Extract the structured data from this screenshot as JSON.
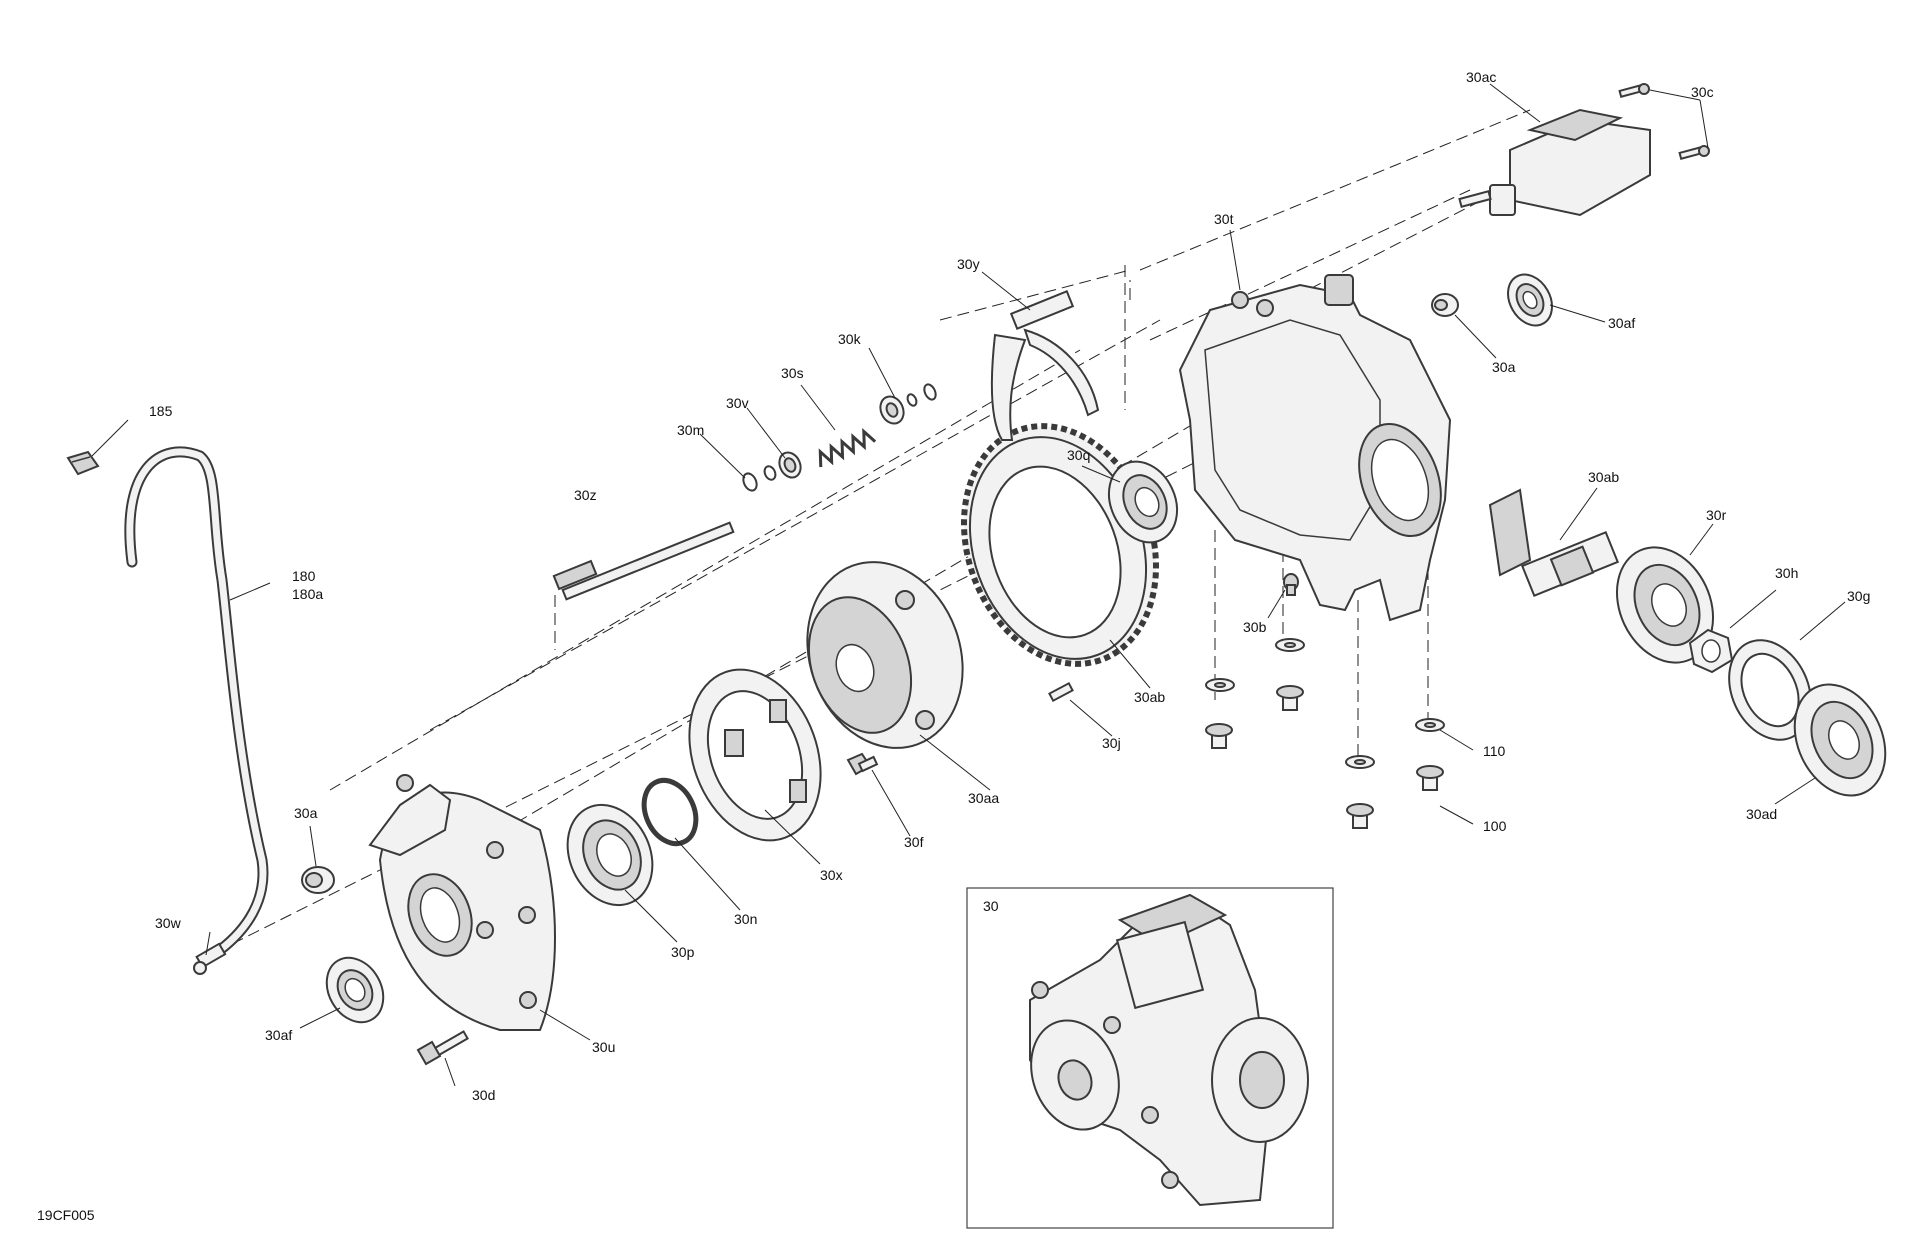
{
  "document_id": "19CF005",
  "inset": {
    "label": "30"
  },
  "callouts": [
    {
      "id": "185",
      "text": "185"
    },
    {
      "id": "180",
      "text": "180"
    },
    {
      "id": "180a",
      "text": "180a"
    },
    {
      "id": "30w",
      "text": "30w"
    },
    {
      "id": "30a-left",
      "text": "30a"
    },
    {
      "id": "30af-left",
      "text": "30af"
    },
    {
      "id": "30d",
      "text": "30d"
    },
    {
      "id": "30u",
      "text": "30u"
    },
    {
      "id": "30p",
      "text": "30p"
    },
    {
      "id": "30n",
      "text": "30n"
    },
    {
      "id": "30x",
      "text": "30x"
    },
    {
      "id": "30f",
      "text": "30f"
    },
    {
      "id": "30aa",
      "text": "30aa"
    },
    {
      "id": "30j",
      "text": "30j"
    },
    {
      "id": "30ab-ring",
      "text": "30ab"
    },
    {
      "id": "30z",
      "text": "30z"
    },
    {
      "id": "30m",
      "text": "30m"
    },
    {
      "id": "30v",
      "text": "30v"
    },
    {
      "id": "30s",
      "text": "30s"
    },
    {
      "id": "30k",
      "text": "30k"
    },
    {
      "id": "30y",
      "text": "30y"
    },
    {
      "id": "30q",
      "text": "30q"
    },
    {
      "id": "30t",
      "text": "30t"
    },
    {
      "id": "30b",
      "text": "30b"
    },
    {
      "id": "30ac",
      "text": "30ac"
    },
    {
      "id": "30c",
      "text": "30c"
    },
    {
      "id": "30af-right",
      "text": "30af"
    },
    {
      "id": "30a-right",
      "text": "30a"
    },
    {
      "id": "30ab-pinion",
      "text": "30ab"
    },
    {
      "id": "30r",
      "text": "30r"
    },
    {
      "id": "30h",
      "text": "30h"
    },
    {
      "id": "30g",
      "text": "30g"
    },
    {
      "id": "30ad",
      "text": "30ad"
    },
    {
      "id": "110",
      "text": "110"
    },
    {
      "id": "100",
      "text": "100"
    }
  ]
}
